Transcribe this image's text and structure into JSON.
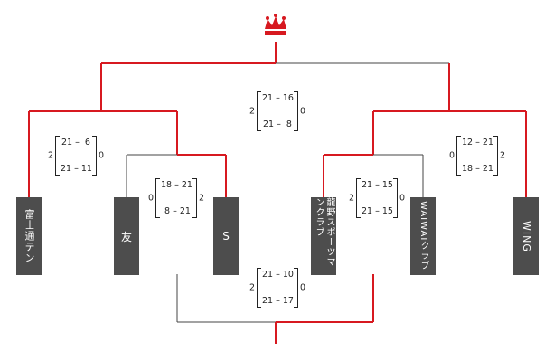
{
  "colors": {
    "winner_line": "#d71920",
    "loser_line": "#444444",
    "team_box": "#4d4d4d",
    "crown": "#d71920"
  },
  "crown_icon": "crown-icon",
  "teams": {
    "fujitsu": "富士通テン",
    "tomo": "友",
    "s": "S",
    "ryuno": "龍野スポーツマンクラブ",
    "waiwai": "WAIWAIクラブ",
    "wing": "WING"
  },
  "matches": {
    "final": {
      "left_sets": "2",
      "right_sets": "0",
      "game1": "21 – 16",
      "game2": "21 –  8"
    },
    "left_semi": {
      "left_sets": "2",
      "right_sets": "0",
      "game1": "21 –  6",
      "game2": "21 – 11"
    },
    "left_qf": {
      "left_sets": "0",
      "right_sets": "2",
      "game1": "18 – 21",
      "game2": " 8 – 21"
    },
    "right_qf": {
      "left_sets": "2",
      "right_sets": "0",
      "game1": "21 – 15",
      "game2": "21 – 15"
    },
    "right_semi": {
      "left_sets": "0",
      "right_sets": "2",
      "game1": "12 – 21",
      "game2": "18 – 21"
    },
    "third_place": {
      "left_sets": "2",
      "right_sets": "0",
      "game1": "21 – 10",
      "game2": "21 – 17"
    }
  }
}
